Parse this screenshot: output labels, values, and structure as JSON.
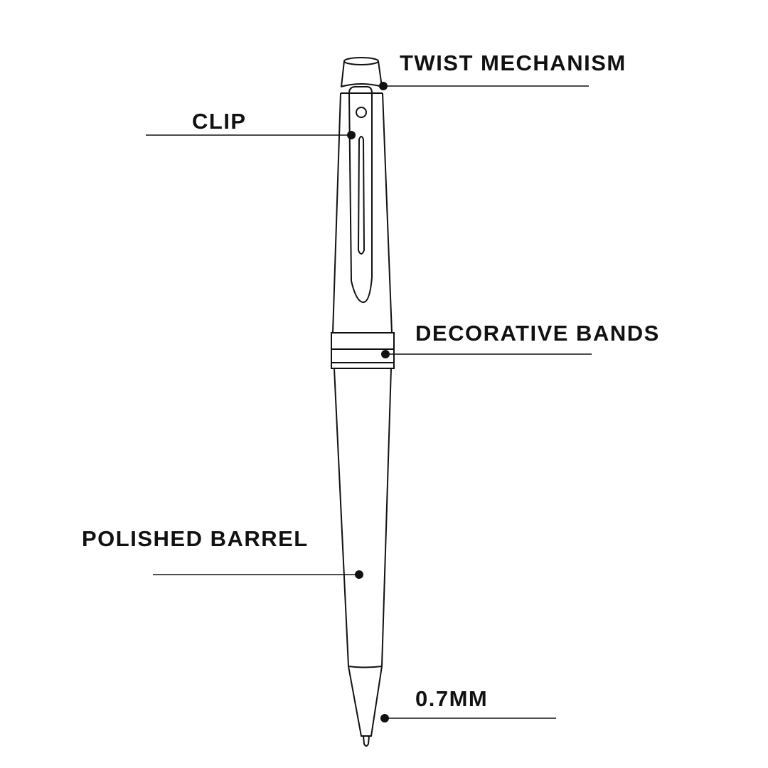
{
  "labels": {
    "twist": "TWIST MECHANISM",
    "clip": "CLIP",
    "bands": "DECORATIVE BANDS",
    "barrel": "POLISHED BARREL",
    "tip": "0.7MM"
  },
  "colors": {
    "ink": "#111111",
    "background": "#ffffff"
  }
}
